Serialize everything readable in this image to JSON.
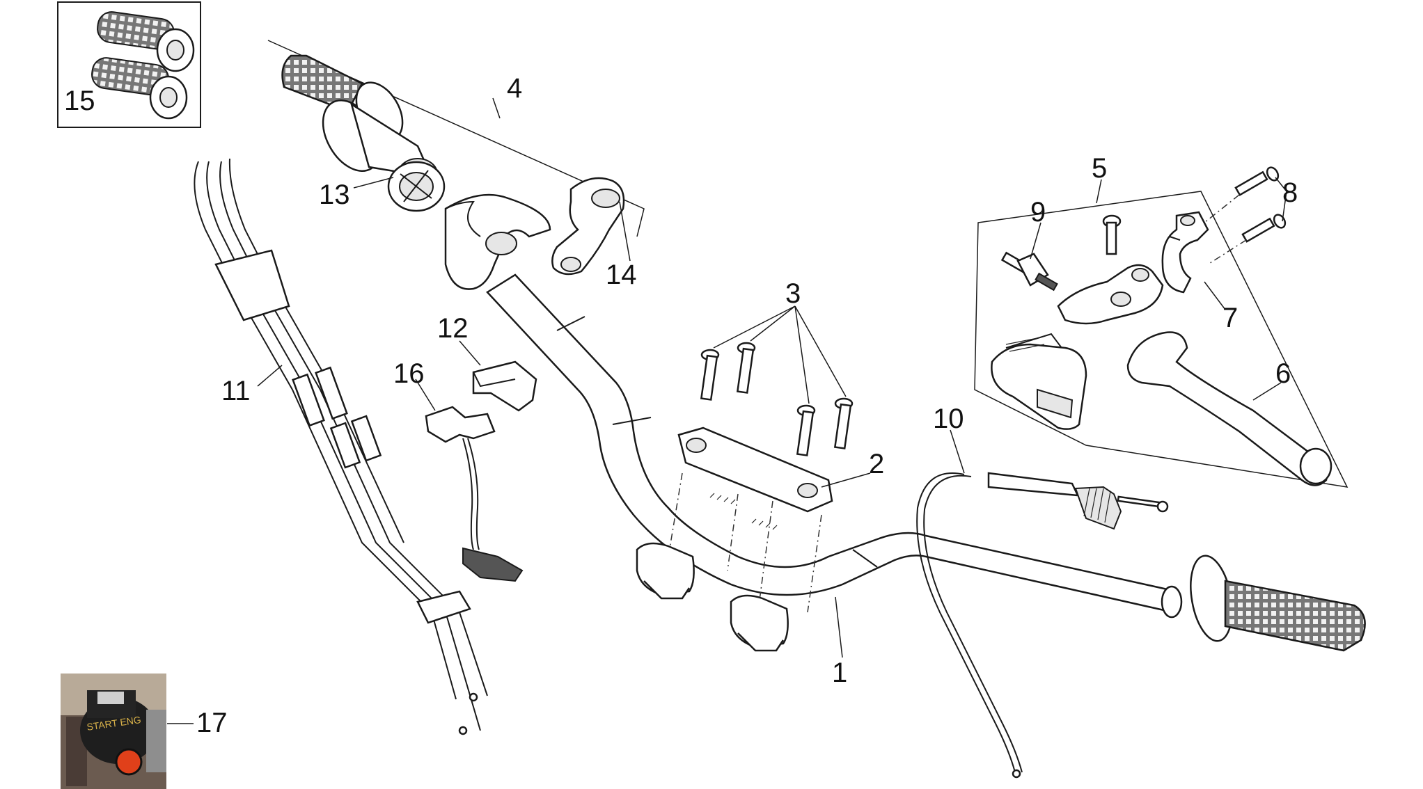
{
  "diagram": {
    "callouts": {
      "c1": "1",
      "c2": "2",
      "c3": "3",
      "c4": "4",
      "c5": "5",
      "c6": "6",
      "c7": "7",
      "c8": "8",
      "c9": "9",
      "c10": "10",
      "c11": "11",
      "c12": "12",
      "c13": "13",
      "c14": "14",
      "c15": "15",
      "c16": "16",
      "c17": "17"
    },
    "photo_switch_text": "START ENG"
  }
}
